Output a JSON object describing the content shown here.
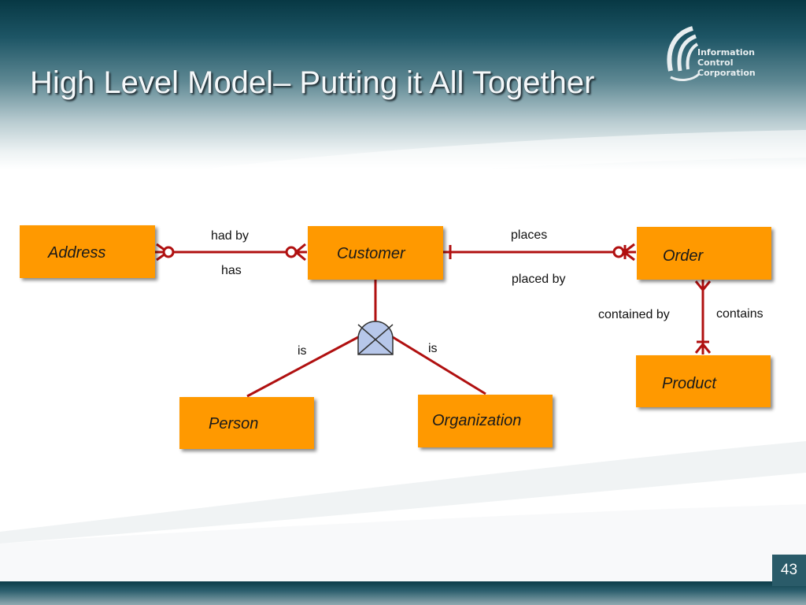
{
  "slide": {
    "title": "High Level Model– Putting it All Together",
    "page_number": "43"
  },
  "logo": {
    "lines": [
      "Information",
      "Control",
      "Corporation"
    ]
  },
  "entities": {
    "address": "Address",
    "customer": "Customer",
    "order": "Order",
    "product": "Product",
    "person": "Person",
    "organization": "Organization"
  },
  "relationships": {
    "customer_address_top": "had by",
    "customer_address_bottom": "has",
    "customer_order_top": "places",
    "customer_order_bottom": "placed by",
    "order_product_left": "contained by",
    "order_product_right": "contains",
    "subtype_left": "is",
    "subtype_right": "is"
  },
  "colors": {
    "entity_fill": "#ff9900",
    "relationship_line": "#b01010",
    "subtype_symbol_fill": "#b7c7ea",
    "header_dark": "#073844"
  }
}
